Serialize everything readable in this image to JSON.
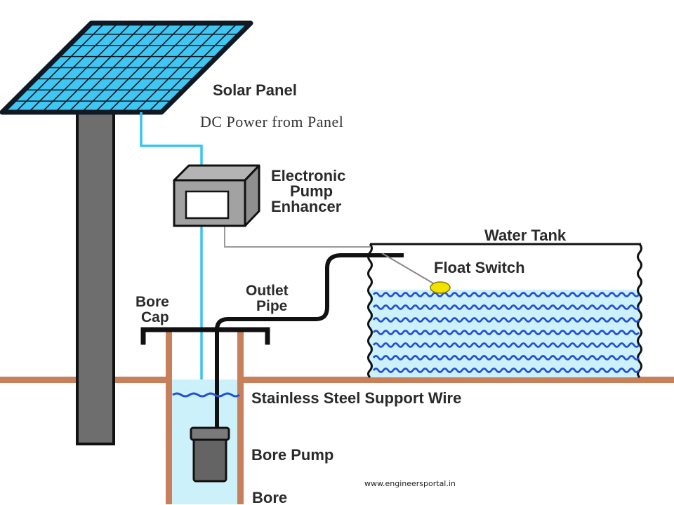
{
  "labels": {
    "solar_panel": "Solar Panel",
    "dc_power": "DC Power from Panel",
    "enhancer_line1": "Electronic",
    "enhancer_line2": "Pump",
    "enhancer_line3": "Enhancer",
    "water_tank": "Water Tank",
    "float_switch": "Float Switch",
    "outlet_line1": "Outlet",
    "outlet_line2": "Pipe",
    "bore_cap_line1": "Bore",
    "bore_cap_line2": "Cap",
    "support_wire": "Stainless Steel Support Wire",
    "bore_pump": "Bore Pump",
    "bore": "Bore"
  },
  "credit": "www.engineersportal.in",
  "colors": {
    "panel_cell": "#3fc6f2",
    "panel_frame": "#0f1a24",
    "pole": "#6e6e6e",
    "wire": "#38c3f0",
    "ground": "#c8805a",
    "water": "#cdf1fb",
    "wave": "#2450d6",
    "float": "#f2e200",
    "pipe": "#111111"
  },
  "icons": {
    "solar_panel": "solar-panel-icon",
    "pump_enhancer": "control-box-icon",
    "water_tank": "tank-icon",
    "bore_pump": "pump-icon"
  }
}
